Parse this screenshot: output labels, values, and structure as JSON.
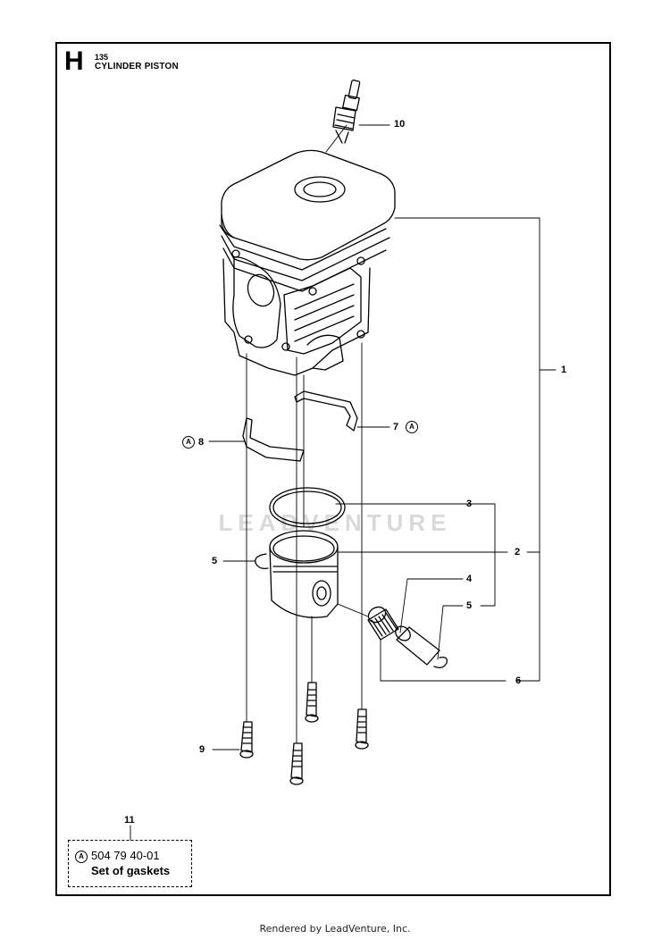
{
  "header": {
    "section_letter": "H",
    "model_number": "135",
    "section_title": "CYLINDER PISTON"
  },
  "watermark": "LEADVENTURE",
  "callouts": {
    "c1": "1",
    "c2": "2",
    "c3": "3",
    "c4": "4",
    "c5_left": "5",
    "c5_right": "5",
    "c6": "6",
    "c7": "7",
    "c8": "8",
    "c9": "9",
    "c10": "10",
    "c11": "11"
  },
  "marker": "A",
  "kit": {
    "part_number": "504 79 40-01",
    "description": "Set of gaskets"
  },
  "footer": "Rendered by LeadVenture, Inc.",
  "colors": {
    "ink": "#000000",
    "watermark": "#d9d9d9"
  }
}
